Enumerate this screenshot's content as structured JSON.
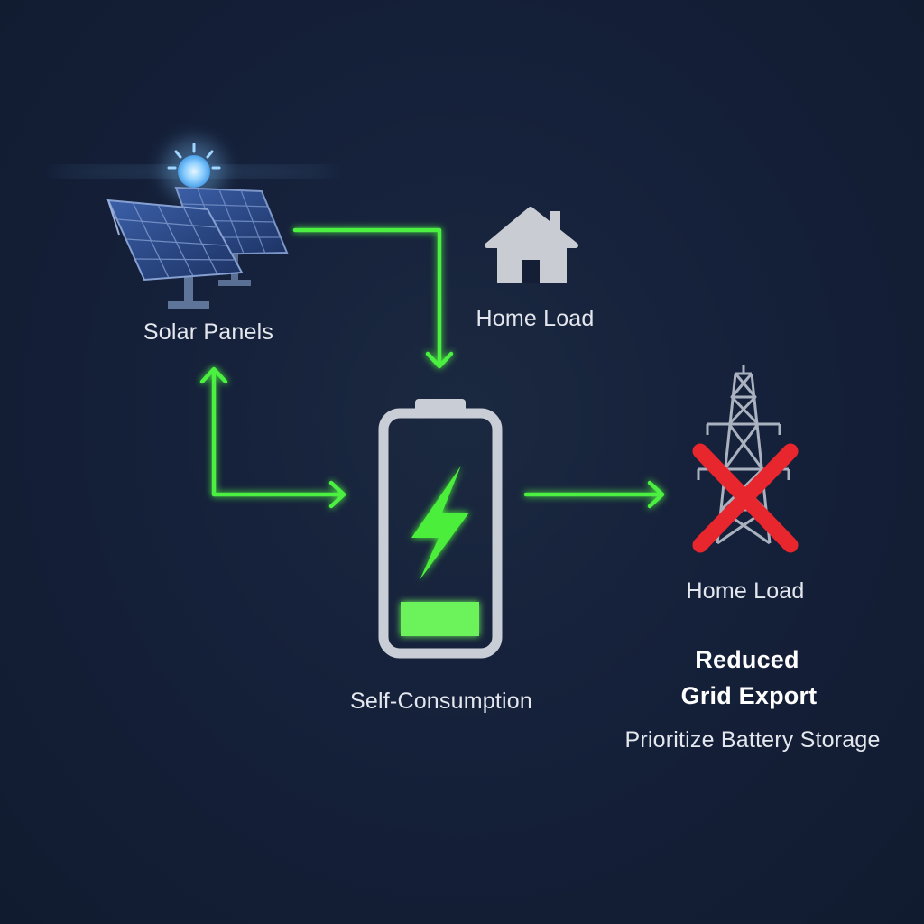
{
  "labels": {
    "solar": "Solar Panels",
    "home_load_top": "Home Load",
    "battery": "Self-Consumption",
    "home_load_right": "Home Load",
    "reduced_line1": "Reduced",
    "reduced_line2": "Grid Export",
    "prioritize": "Prioritize Battery Storage"
  },
  "icons": [
    "sun-icon",
    "solar-panel-icon",
    "house-icon",
    "battery-icon",
    "lightning-bolt-icon",
    "transmission-tower-icon",
    "red-x-icon"
  ],
  "colors": {
    "background": "#141f36",
    "flow_arrow": "#4cf040",
    "battery_outline": "#c9ced6",
    "battery_fill": "#6cf25a",
    "bolt": "#4cee3a",
    "cross": "#e8262e",
    "house": "#c9ccd2",
    "panel": "#2c4c8a",
    "sun": "#8fd0ff"
  }
}
